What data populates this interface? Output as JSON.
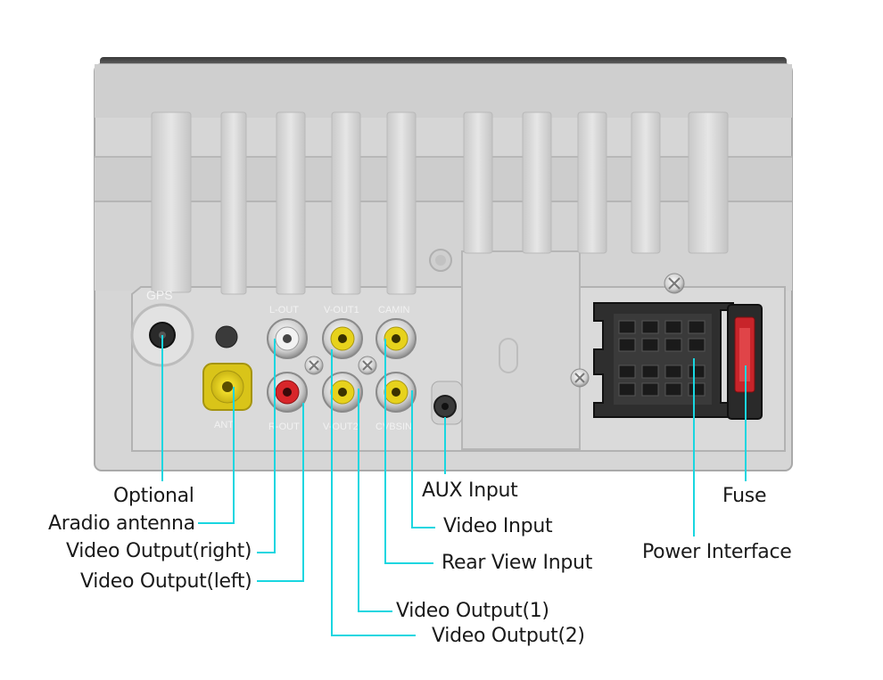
{
  "panel": {
    "labels": {
      "gps": "GPS",
      "l_out": "L-OUT",
      "v_out1": "V-OUT1",
      "cam_in": "CAMIN",
      "ant": "ANT",
      "r_out": "R-OUT",
      "v_out2": "V-OUT2",
      "cvbs_in": "CVBSIN"
    }
  },
  "callouts": {
    "optional": "Optional",
    "radio_antenna": "Aradio antenna",
    "video_output_right": "Video Output(right)",
    "video_output_left": "Video Output(left)",
    "aux_input": "AUX Input",
    "video_input": "Video Input",
    "rear_view_input": "Rear View Input",
    "video_output_1": "Video Output(1)",
    "video_output_2": "Video Output(2)",
    "fuse": "Fuse",
    "power_interface": "Power Interface"
  },
  "colors": {
    "leader_line": "#19d6e0",
    "panel_face": "#dcdcdc",
    "rca_yellow": "#e7d21c",
    "rca_red": "#d8262a",
    "rca_white": "#f2f2f2",
    "fuse_red": "#c8242a"
  }
}
